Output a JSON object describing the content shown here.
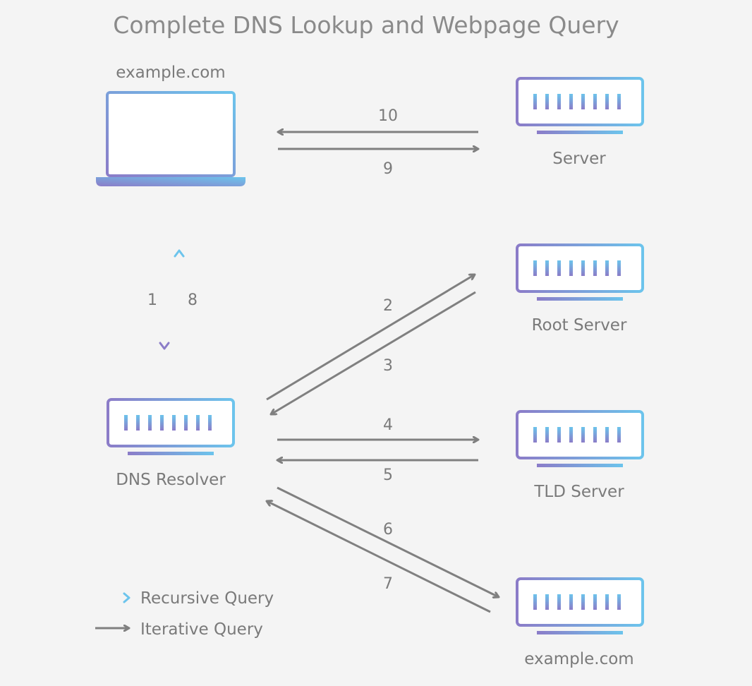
{
  "title": "Complete DNS Lookup and Webpage Query",
  "nodes": {
    "client_label": "example.com",
    "web_server_label": "Server",
    "root_server_label": "Root Server",
    "tld_server_label": "TLD Server",
    "resolver_label": "DNS Resolver",
    "authoritative_label": "example.com"
  },
  "steps": [
    "1",
    "2",
    "3",
    "4",
    "5",
    "6",
    "7",
    "8",
    "9",
    "10"
  ],
  "legend": {
    "recursive": "Recursive Query",
    "iterative": "Iterative Query"
  },
  "colors": {
    "gradient_start": "#8b7cc8",
    "gradient_end": "#6cc4ec",
    "arrow_gray": "#808080",
    "text_gray": "#7a7a7a",
    "background": "#f4f4f4"
  }
}
